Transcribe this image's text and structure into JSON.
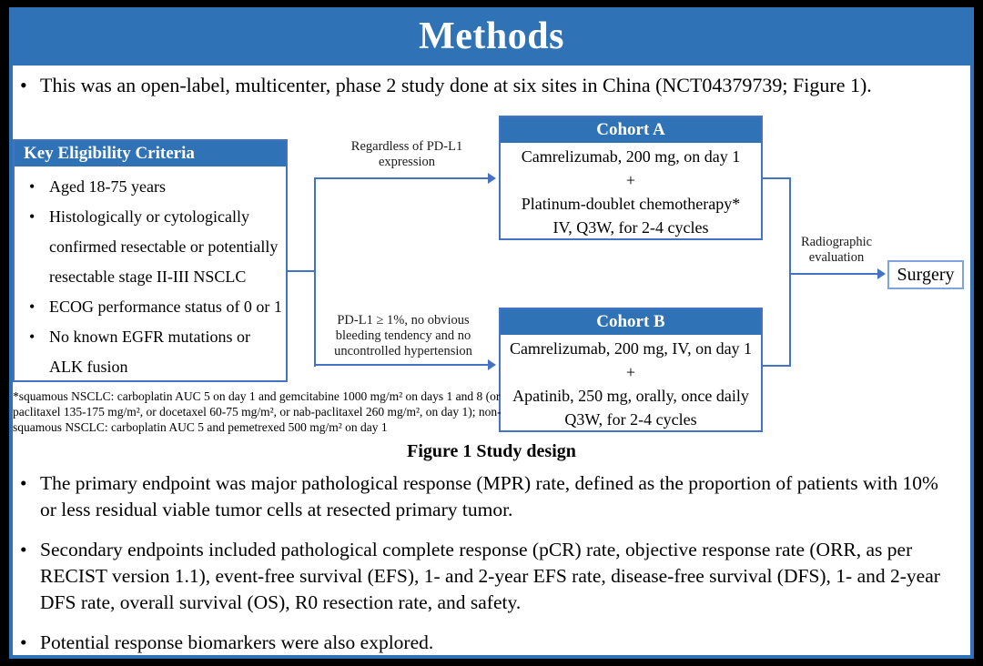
{
  "colors": {
    "accent": "#2f73b6",
    "line": "#4472c4",
    "lightline": "#7fa3db"
  },
  "header": {
    "title": "Methods"
  },
  "intro_bullets": [
    "This was an open-label, multicenter, phase 2 study done at six sites in China (NCT04379739; Figure 1)."
  ],
  "diagram": {
    "eligibility": {
      "header": "Key Eligibility Criteria",
      "items": [
        "Aged 18-75 years",
        "Histologically or cytologically confirmed resectable or potentially resectable stage II-III NSCLC",
        "ECOG performance status of 0 or 1",
        "No known EGFR mutations or ALK fusion"
      ]
    },
    "branch_labels": {
      "top": "Regardless of PD-L1 expression",
      "bottom": "PD-L1 ≥ 1%, no obvious bleeding tendency and no uncontrolled hypertension"
    },
    "cohort_a": {
      "header": "Cohort A",
      "lines": [
        "Camrelizumab, 200 mg, on day 1",
        "+",
        "Platinum-doublet chemotherapy*",
        "IV, Q3W, for 2-4 cycles"
      ]
    },
    "cohort_b": {
      "header": "Cohort B",
      "lines": [
        "Camrelizumab, 200 mg, IV, on day 1",
        "+",
        "Apatinib, 250 mg, orally, once daily",
        "Q3W, for 2-4 cycles"
      ]
    },
    "evaluation_label": "Radiographic evaluation",
    "surgery_label": "Surgery",
    "footnote": "*squamous NSCLC: carboplatin AUC 5 on day 1 and gemcitabine 1000 mg/m² on days 1 and 8 (or paclitaxel 135-175 mg/m², or docetaxel 60-75 mg/m², or nab-paclitaxel 260 mg/m², on day 1); non-squamous NSCLC: carboplatin AUC 5 and pemetrexed 500 mg/m² on day 1",
    "caption": "Figure 1 Study design"
  },
  "bottom_bullets": [
    "The primary endpoint was major pathological response (MPR) rate, defined as the proportion of patients with 10% or less residual viable tumor cells at resected primary tumor.",
    "Secondary endpoints included pathological complete response (pCR) rate, objective response rate (ORR, as per RECIST version 1.1), event-free survival (EFS), 1- and 2-year EFS rate, disease-free survival (DFS), 1- and 2-year DFS rate, overall survival (OS), R0 resection rate, and safety.",
    "Potential response biomarkers were also explored."
  ]
}
